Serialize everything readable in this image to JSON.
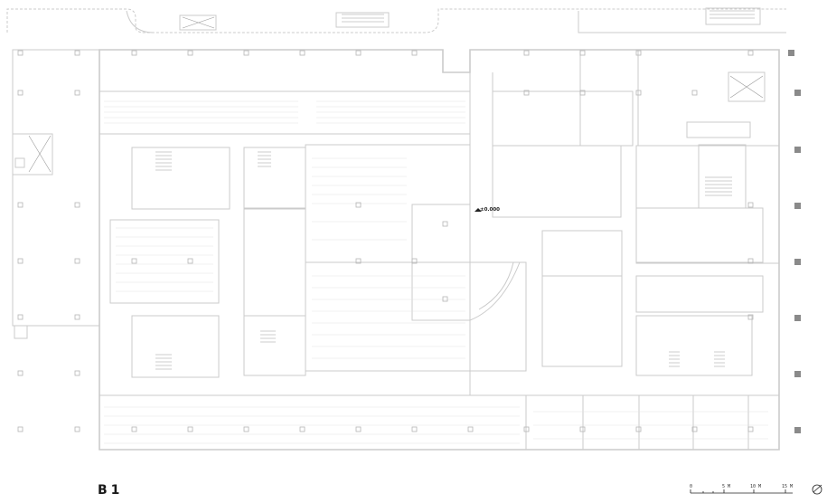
{
  "plan": {
    "level_label": "B1",
    "elevation_label": "±0.000",
    "scale_bar": {
      "labels": [
        "0",
        "5 M",
        "10 M",
        "15 M"
      ]
    },
    "colors": {
      "wall": "#c9c9c9",
      "hatch": "#e3e3e3",
      "column_marker": "#8a8a8a",
      "ink": "#222222"
    },
    "icons": [
      "north-arrow-icon",
      "scale-bar-icon"
    ]
  }
}
